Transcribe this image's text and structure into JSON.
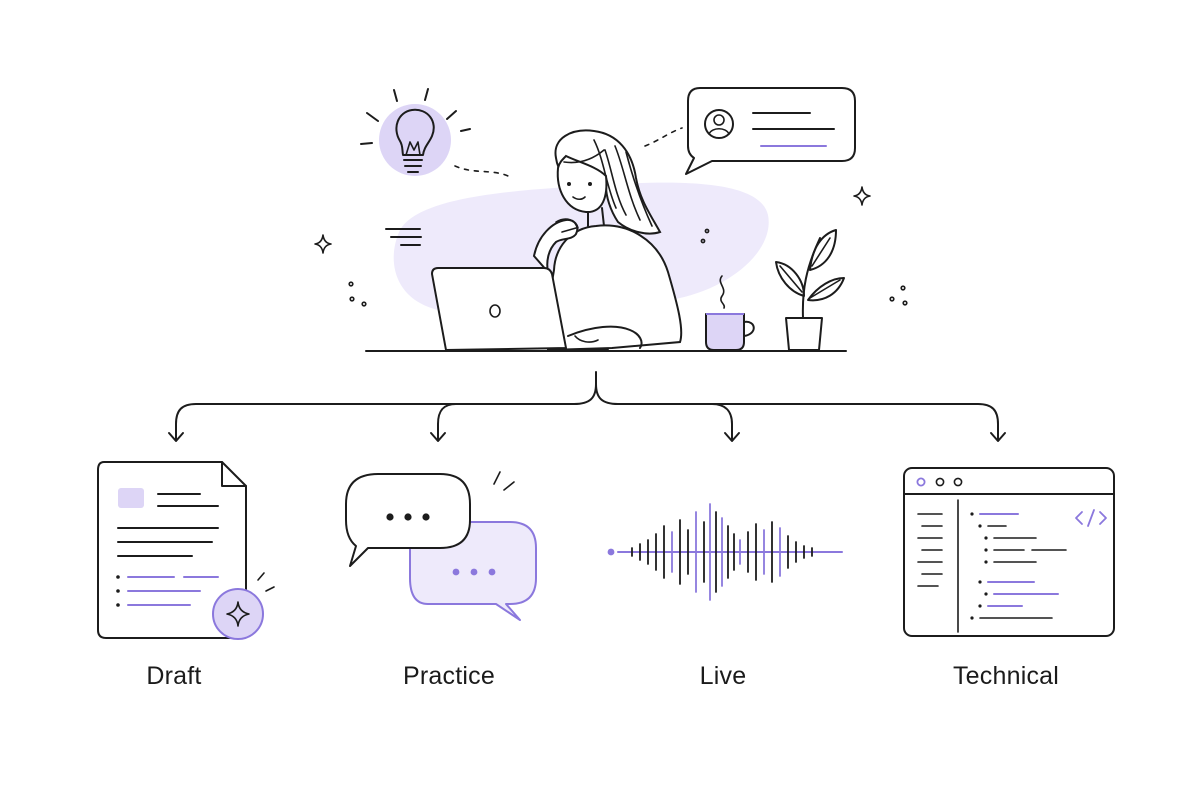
{
  "colors": {
    "accent": "#8b78dd",
    "accent_fill": "#ddd5f6",
    "wash": "#eeeafb",
    "ink": "#1c1c1c"
  },
  "illustration": {
    "subject": "person-at-laptop-thinking",
    "icons": [
      "lightbulb-icon",
      "profile-speech-bubble-icon",
      "coffee-mug-icon",
      "potted-plant-icon",
      "sparkle-icon"
    ]
  },
  "branches": [
    {
      "label": "Draft",
      "icon": "document-sparkle-icon"
    },
    {
      "label": "Practice",
      "icon": "chat-bubbles-icon"
    },
    {
      "label": "Live",
      "icon": "audio-waveform-icon"
    },
    {
      "label": "Technical",
      "icon": "code-editor-window-icon"
    }
  ]
}
